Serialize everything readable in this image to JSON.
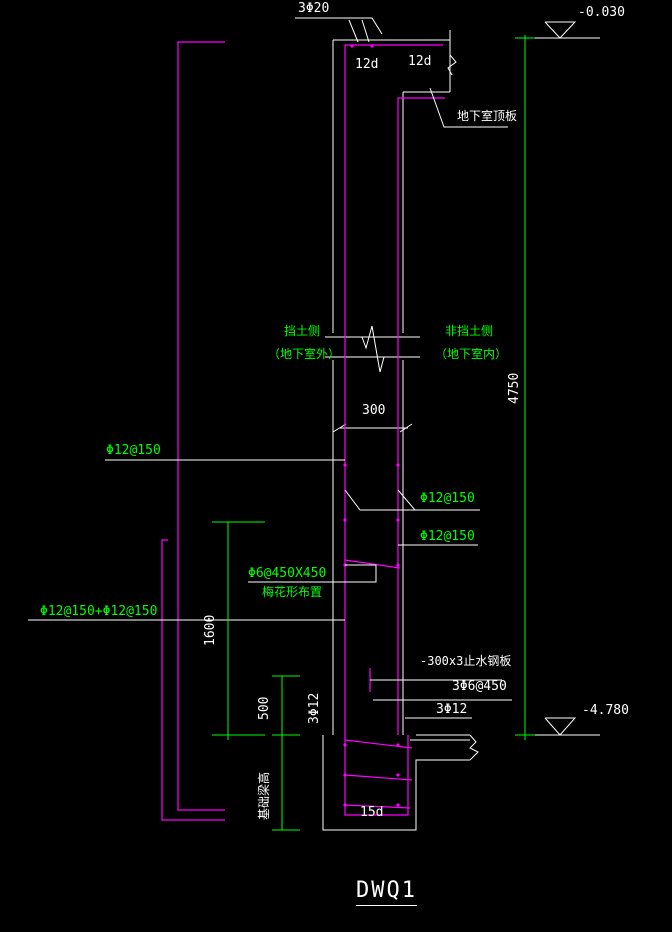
{
  "labels": {
    "top_rebar": "3Φ20",
    "anchor_12d_left": "12d",
    "anchor_12d_right": "12d",
    "basement_roof_slab": "地下室顶板",
    "elev_top": "-0.030",
    "elev_bottom": "-4.780",
    "height_total": "4750",
    "soil_side": "挡土侧",
    "soil_side_note": "（地下室外）",
    "non_soil_side": "非挡土侧",
    "non_soil_side_note": "（地下室内）",
    "wall_thickness": "300",
    "horiz_bar_outer": "Φ12@150",
    "vert_bar_inner": "Φ12@150",
    "horiz_bar_inner": "Φ12@150",
    "tie_bar": "Φ6@450X450",
    "tie_layout": "梅花形布置",
    "outer_bars_combo": "Φ12@150+Φ12@150",
    "height_1600": "1600",
    "steel_plate": "-300x3止水钢板",
    "stirrup_base": "3Φ6@450",
    "bar_3phi12_side": "3Φ12",
    "bar_3phi12_right": "3Φ12",
    "height_500": "500",
    "foundation_depth": "基础梁高",
    "anchor_15d": "15d",
    "title": "DWQ1"
  },
  "colors": {
    "rebar": "#ff00ff",
    "concrete": "#ffffff",
    "dimension": "#00ff00"
  }
}
